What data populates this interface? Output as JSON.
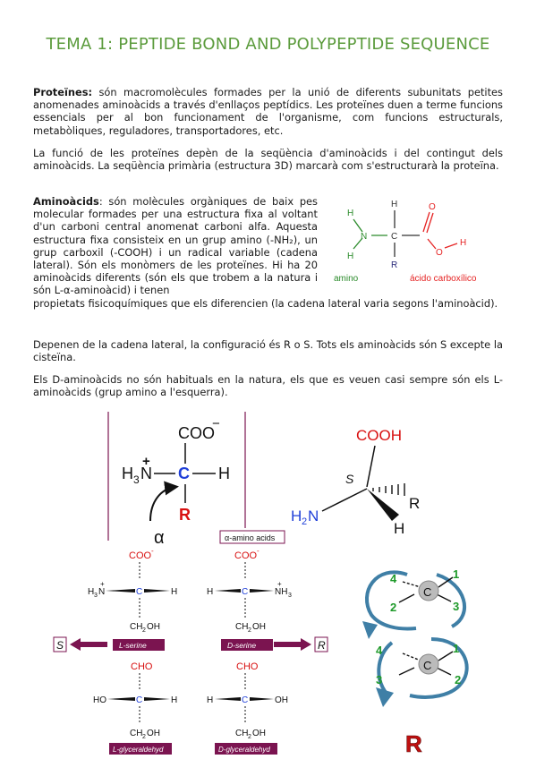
{
  "title": "TEMA 1: PEPTIDE BOND AND POLYPEPTIDE SEQUENCE",
  "para_proteins": {
    "term": "Proteïnes:",
    "text": " són macromolècules formades per la unió de diferents subunitats petites anomenades aminoàcids a través d'enllaços peptídics. Les proteïnes duen a terme funcions essencials per al bon funcionament de l'organisme, com funcions estructurals, metabòliques, reguladores, transportadores, etc."
  },
  "para_function": "La funció de les proteïnes depèn de la seqüència d'aminoàcids i del contingut dels aminoàcids. La seqüència primària (estructura 3D) marcarà com s'estructurarà la proteïna.",
  "para_amino": {
    "term": "Aminoàcids",
    "text_wrapped": ": són molècules orgàniques de baix pes molecular formades per una estructura fixa al voltant d'un carboni central anomenat carboni alfa. Aquesta estructura fixa consisteix en un grup amino (-NH₂), un grup carboxil (-COOH) i un radical variable (cadena lateral). Són els monòmers de les proteïnes. Hi ha 20 aminoàcids diferents (són els que trobem a la natura i són L-α-aminoàcid) i tenen",
    "text_full": "propietats fisicoquímiques que els diferencien (la cadena lateral varia segons l'aminoàcid)."
  },
  "para_chain": "Depenen de la cadena lateral, la configuració és R o S. Tots els aminoàcids són S excepte la cisteïna.",
  "para_d": "Els D-aminoàcids no són habituals en la natura, els que es veuen casi sempre són els L-aminoàcids (grup amino a l'esquerra).",
  "fig_top": {
    "H1": "H",
    "H2": "H",
    "N": "N",
    "C": "C",
    "H3": "H",
    "O1": "O",
    "O2": "O",
    "H4": "H",
    "R": "R",
    "amino_label": "amino",
    "acid_label": "ácido carboxílico"
  },
  "fig_alpha": {
    "coo": "COO",
    "minus": "−",
    "plus": "+",
    "h3": "H",
    "sub3": "3",
    "n": "N",
    "c": "C",
    "h": "H",
    "r": "R",
    "alpha": "α"
  },
  "fig_s": {
    "cooh": "COOH",
    "s": "S",
    "h2n": "H",
    "sub2": "2",
    "n": "N",
    "r": "R",
    "h": "H"
  },
  "fig_fischer": {
    "header": "α-amino acids",
    "serine_l": {
      "top": "COO",
      "top_sup": "-",
      "left": "H",
      "left_sub": "3",
      "left_n": "N",
      "left_plus": "+",
      "center": "C",
      "right": "H",
      "bottom": "CH",
      "bottom_sub": "2",
      "bottom_end": "OH",
      "label": "L-serine"
    },
    "serine_d": {
      "top": "COO",
      "top_sup": "-",
      "left": "H",
      "center": "C",
      "right_n": "NH",
      "right_sub": "3",
      "right_plus": "+",
      "bottom": "CH",
      "bottom_sub": "2",
      "bottom_end": "OH",
      "label": "D-serine"
    },
    "gly_l": {
      "top": "CHO",
      "left": "HO",
      "center": "C",
      "right": "H",
      "bottom": "CH",
      "bottom_sub": "2",
      "bottom_end": "OH",
      "label": "L-glyceraldehyd"
    },
    "gly_d": {
      "top": "CHO",
      "left": "H",
      "center": "C",
      "right": "OH",
      "bottom": "CH",
      "bottom_sub": "2",
      "bottom_end": "OH",
      "label": "D-glyceraldehyd"
    },
    "box_s": "S",
    "box_r": "R"
  },
  "fig_rot": {
    "top": [
      "4",
      "1",
      "2",
      "3"
    ],
    "bottom": [
      "4",
      "1",
      "3",
      "2"
    ],
    "center": "C",
    "result": "R"
  },
  "colors": {
    "title": "#5b9b3c",
    "maroon": "#7b1450",
    "red": "#d81010",
    "blue": "#1f3fd8",
    "green": "#1f9a2a",
    "steel": "#3f7fa6"
  }
}
